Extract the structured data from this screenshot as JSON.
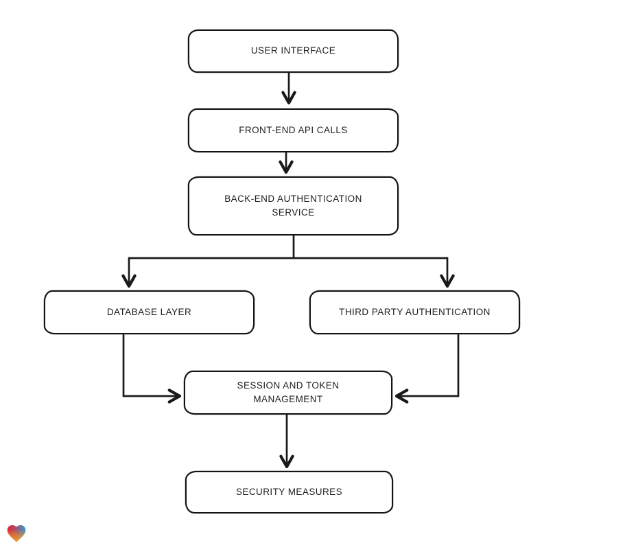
{
  "page": {
    "background": "#ffffff"
  },
  "diagram": {
    "type": "flowchart",
    "style": "hand-drawn",
    "stroke_color": "#1a1a1a",
    "node_fill": "#ffffff",
    "nodes": [
      {
        "id": "user-interface",
        "label": "USER INTERFACE"
      },
      {
        "id": "front-end-api-calls",
        "label": "FRONT-END API CALLS"
      },
      {
        "id": "back-end-authentication-service",
        "label": "BACK-END AUTHENTICATION\nSERVICE"
      },
      {
        "id": "database-layer",
        "label": "DATABASE LAYER"
      },
      {
        "id": "third-party-authentication",
        "label": "THIRD PARTY AUTHENTICATION"
      },
      {
        "id": "session-and-token-management",
        "label": "SESSION AND TOKEN\nMANAGEMENT"
      },
      {
        "id": "security-measures",
        "label": "SECURITY MEASURES"
      }
    ],
    "edges": [
      {
        "from": "user-interface",
        "to": "front-end-api-calls"
      },
      {
        "from": "front-end-api-calls",
        "to": "back-end-authentication-service"
      },
      {
        "from": "back-end-authentication-service",
        "to": "database-layer"
      },
      {
        "from": "back-end-authentication-service",
        "to": "third-party-authentication"
      },
      {
        "from": "database-layer",
        "to": "session-and-token-management"
      },
      {
        "from": "third-party-authentication",
        "to": "session-and-token-management"
      },
      {
        "from": "session-and-token-management",
        "to": "security-measures"
      }
    ]
  },
  "branding": {
    "logo": "gradient-heart-logo",
    "logo_colors": {
      "red": "#e8222f",
      "blue": "#2e9bd6",
      "orange": "#f69a1f"
    }
  }
}
